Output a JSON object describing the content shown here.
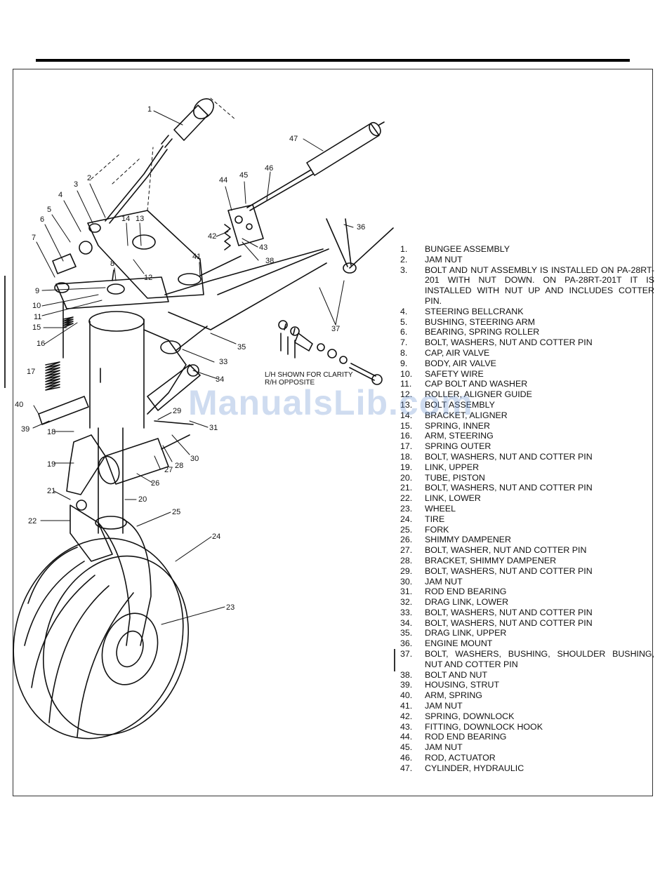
{
  "watermark": "ManualsLib.com",
  "diagram_note": [
    "L/H SHOWN FOR CLARITY",
    "R/H OPPOSITE"
  ],
  "callouts": [
    "1",
    "2",
    "3",
    "4",
    "5",
    "6",
    "7",
    "8",
    "9",
    "10",
    "11",
    "12",
    "13",
    "14",
    "15",
    "16",
    "17",
    "18",
    "19",
    "20",
    "21",
    "22",
    "23",
    "24",
    "25",
    "26",
    "27",
    "28",
    "29",
    "30",
    "31",
    "33",
    "34",
    "35",
    "36",
    "37",
    "38",
    "39",
    "40",
    "41",
    "42",
    "43",
    "44",
    "45",
    "46",
    "47"
  ],
  "legend": [
    {
      "num": "1.",
      "text": "BUNGEE ASSEMBLY"
    },
    {
      "num": "2.",
      "text": "JAM NUT"
    },
    {
      "num": "3.",
      "text": "BOLT AND NUT ASSEMBLY IS INSTALLED ON PA-28RT-201 WITH NUT DOWN. ON PA-28RT-201T IT IS INSTALLED WITH NUT UP AND INCLUDES COTTER PIN."
    },
    {
      "num": "4.",
      "text": "STEERING BELLCRANK"
    },
    {
      "num": "5.",
      "text": "BUSHING, STEERING ARM"
    },
    {
      "num": "6.",
      "text": "BEARING, SPRING ROLLER"
    },
    {
      "num": "7.",
      "text": "BOLT, WASHERS, NUT AND COTTER PIN"
    },
    {
      "num": "8.",
      "text": "CAP, AIR VALVE"
    },
    {
      "num": "9.",
      "text": "BODY, AIR VALVE"
    },
    {
      "num": "10.",
      "text": "SAFETY WIRE"
    },
    {
      "num": "11.",
      "text": "CAP BOLT AND WASHER"
    },
    {
      "num": "12.",
      "text": "ROLLER, ALIGNER GUIDE"
    },
    {
      "num": "13.",
      "text": "BOLT ASSEMBLY"
    },
    {
      "num": "14.",
      "text": "BRACKET, ALIGNER"
    },
    {
      "num": "15.",
      "text": "SPRING, INNER"
    },
    {
      "num": "16.",
      "text": "ARM, STEERING"
    },
    {
      "num": "17.",
      "text": "SPRING OUTER"
    },
    {
      "num": "18.",
      "text": "BOLT, WASHERS, NUT AND COTTER PIN"
    },
    {
      "num": "19.",
      "text": "LINK, UPPER"
    },
    {
      "num": "20.",
      "text": "TUBE, PISTON"
    },
    {
      "num": "21.",
      "text": "BOLT, WASHERS, NUT AND COTTER PIN"
    },
    {
      "num": "22.",
      "text": "LINK, LOWER"
    },
    {
      "num": "23.",
      "text": "WHEEL"
    },
    {
      "num": "24.",
      "text": "TIRE"
    },
    {
      "num": "25.",
      "text": "FORK"
    },
    {
      "num": "26.",
      "text": "SHIMMY DAMPENER"
    },
    {
      "num": "27.",
      "text": "BOLT, WASHER, NUT AND COTTER PIN"
    },
    {
      "num": "28.",
      "text": "BRACKET, SHIMMY DAMPENER"
    },
    {
      "num": "29.",
      "text": "BOLT, WASHERS, NUT AND COTTER PIN"
    },
    {
      "num": "30.",
      "text": "JAM NUT"
    },
    {
      "num": "31.",
      "text": "ROD END BEARING"
    },
    {
      "num": "32.",
      "text": "DRAG LINK, LOWER"
    },
    {
      "num": "33.",
      "text": "BOLT, WASHERS, NUT AND COTTER PIN"
    },
    {
      "num": "34.",
      "text": "BOLT, WASHERS, NUT AND COTTER PIN"
    },
    {
      "num": "35.",
      "text": "DRAG LINK, UPPER"
    },
    {
      "num": "36.",
      "text": "ENGINE MOUNT"
    },
    {
      "num": "37.",
      "text": "BOLT, WASHERS, BUSHING, SHOULDER BUSHING, NUT AND COTTER PIN"
    },
    {
      "num": "38.",
      "text": "BOLT AND NUT"
    },
    {
      "num": "39.",
      "text": "HOUSING, STRUT"
    },
    {
      "num": "40.",
      "text": "ARM, SPRING"
    },
    {
      "num": "41.",
      "text": "JAM NUT"
    },
    {
      "num": "42.",
      "text": "SPRING, DOWNLOCK"
    },
    {
      "num": "43.",
      "text": "FITTING, DOWNLOCK HOOK"
    },
    {
      "num": "44.",
      "text": "ROD END BEARING"
    },
    {
      "num": "45.",
      "text": "JAM NUT"
    },
    {
      "num": "46.",
      "text": "ROD, ACTUATOR"
    },
    {
      "num": "47.",
      "text": "CYLINDER, HYDRAULIC"
    }
  ]
}
